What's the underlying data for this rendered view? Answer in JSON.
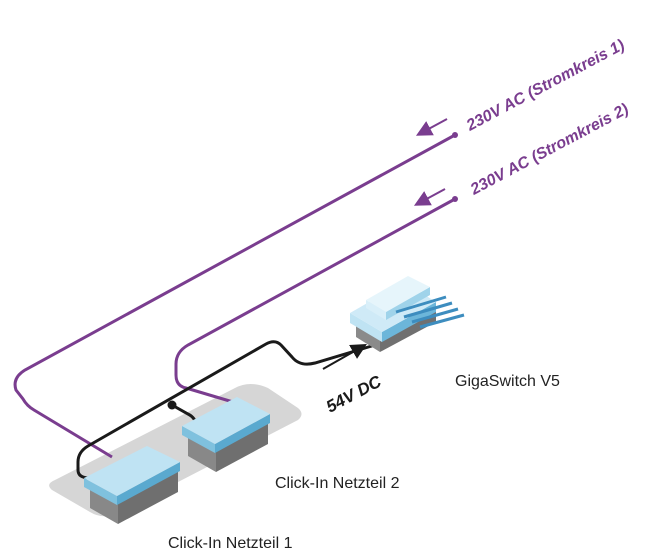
{
  "colors": {
    "ac_cable": "#7a3d8f",
    "dc_cable": "#1a1a1a",
    "device_top": "#bfe3f3",
    "device_side": "#9a9a9a",
    "base_plate": "#d6d6d6"
  },
  "labels": {
    "ac_circuit_1": "230V AC (Stromkreis 1)",
    "ac_circuit_2": "230V AC (Stromkreis 2)",
    "dc_output": "54V DC",
    "switch": "GigaSwitch V5",
    "psu_2": "Click-In Netzteil 2",
    "psu_1": "Click-In Netzteil 1"
  },
  "icons": [
    "psu-module-icon",
    "switch-device-icon",
    "direction-arrow-icon"
  ]
}
